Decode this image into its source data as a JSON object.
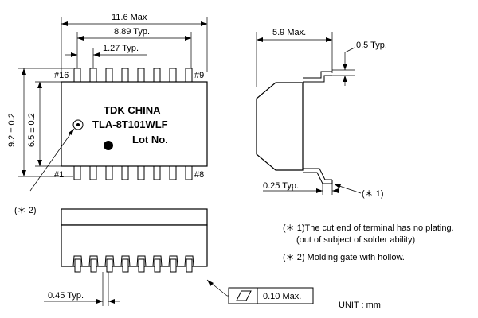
{
  "top_view": {
    "dim_overall": "11.6 Max",
    "dim_span": "8.89 Typ.",
    "dim_pitch": "1.27 Typ.",
    "dim_height_outer": "9.2 ± 0.2",
    "dim_height_body": "6.5 ± 0.2",
    "pin_16": "#16",
    "pin_9": "#9",
    "pin_1": "#1",
    "pin_8": "#8",
    "marking_line1": "TDK  CHINA",
    "marking_line2": "TLA-8T101WLF",
    "marking_line3": "Lot No.",
    "gate_callout": "(＊ 2)"
  },
  "side_view": {
    "dim_body_depth": "5.9 Max.",
    "dim_lead_thickness": "0.5 Typ.",
    "dim_standoff": "0.25 Typ.",
    "cut_end_callout": "(＊ 1)"
  },
  "bottom_view": {
    "dim_lead_width": "0.45 Typ.",
    "flatness_value": "0.10 Max."
  },
  "notes": {
    "note1_line1": "(＊ 1)The cut end of terminal has no plating.",
    "note1_line2": "(out of subject of solder ability)",
    "note2": "(＊ 2) Molding gate with hollow.",
    "unit": "UNIT : mm"
  }
}
